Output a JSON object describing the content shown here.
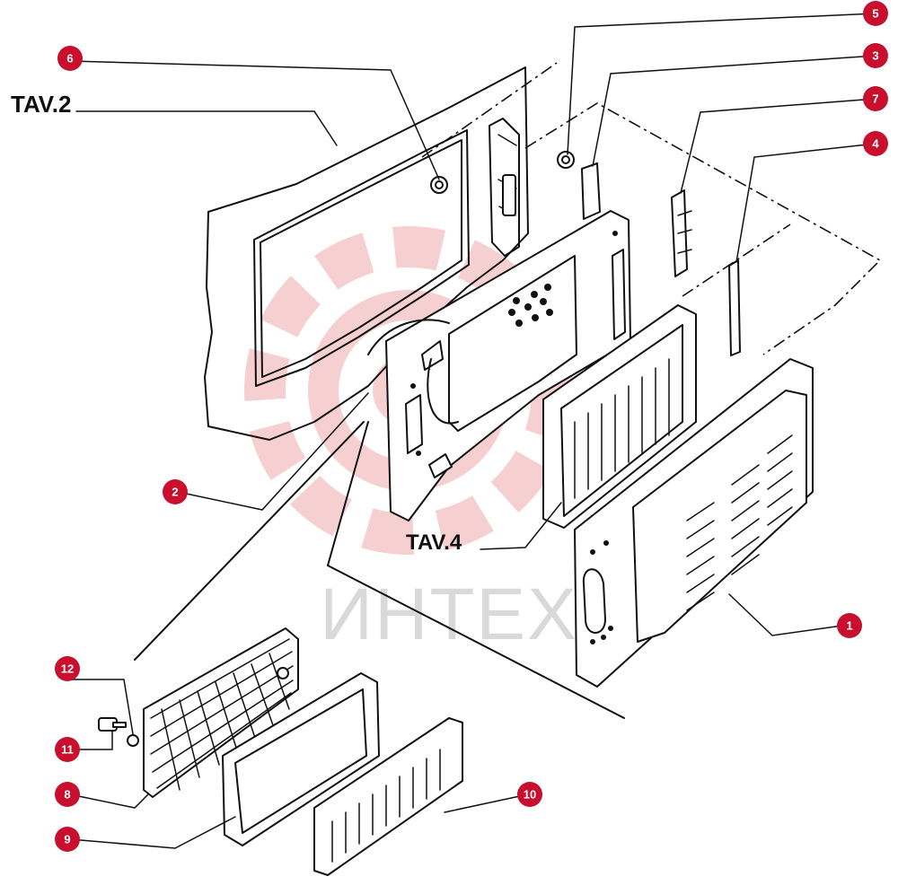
{
  "references": {
    "tav2": "TAV.2",
    "tav4": "TAV.4"
  },
  "watermark": {
    "text": "ИНТЕХ"
  },
  "callouts": [
    {
      "id": "1",
      "label": "1"
    },
    {
      "id": "2",
      "label": "2"
    },
    {
      "id": "3",
      "label": "3"
    },
    {
      "id": "4",
      "label": "4"
    },
    {
      "id": "5",
      "label": "5"
    },
    {
      "id": "6",
      "label": "6"
    },
    {
      "id": "7",
      "label": "7"
    },
    {
      "id": "8",
      "label": "8"
    },
    {
      "id": "9",
      "label": "9"
    },
    {
      "id": "10",
      "label": "10"
    },
    {
      "id": "11",
      "label": "11"
    },
    {
      "id": "12",
      "label": "12"
    }
  ],
  "colors": {
    "callout": "#c8102e",
    "watermark": "#f2b3b3",
    "line": "#111111"
  }
}
